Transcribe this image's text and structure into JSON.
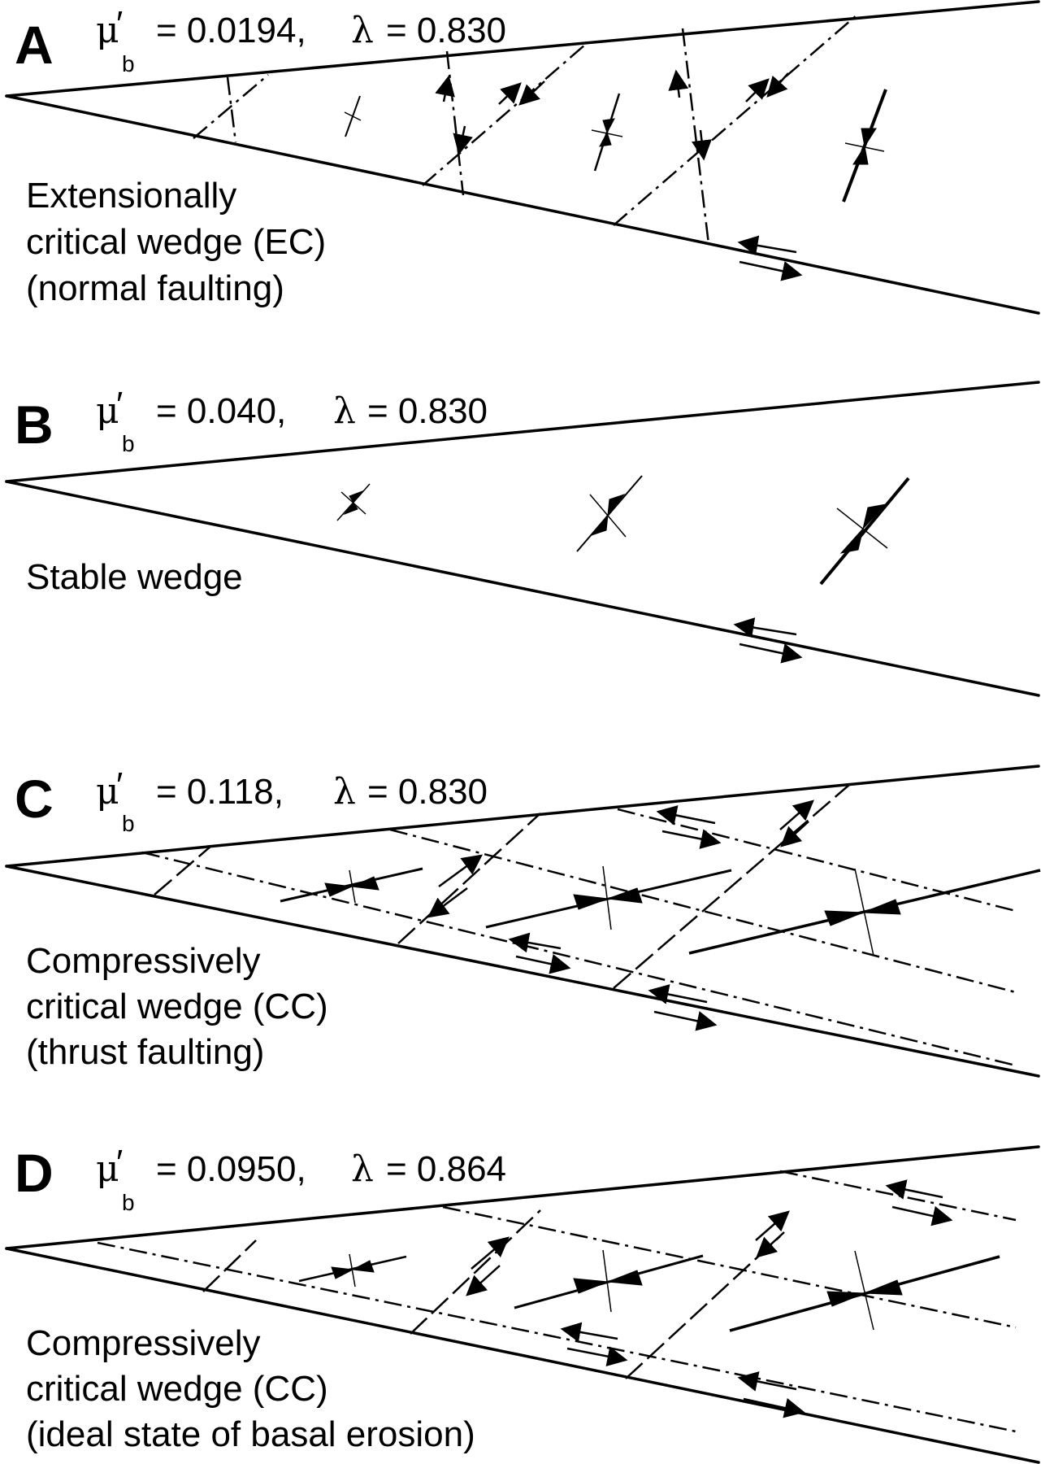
{
  "panels": [
    {
      "id": "A",
      "letter": "A",
      "mu_symbol": "μ",
      "mu_prime": "′",
      "mu_sub": "b",
      "mu_value": "= 0.0194,",
      "lambda_symbol": "λ",
      "lambda_value": "= 0.830",
      "description": [
        "Extensionally",
        "critical wedge (EC)",
        "(normal faulting)"
      ]
    },
    {
      "id": "B",
      "letter": "B",
      "mu_symbol": "μ",
      "mu_prime": "′",
      "mu_sub": "b",
      "mu_value": "= 0.040,",
      "lambda_symbol": "λ",
      "lambda_value": "= 0.830",
      "description": [
        "Stable wedge"
      ]
    },
    {
      "id": "C",
      "letter": "C",
      "mu_symbol": "μ",
      "mu_prime": "′",
      "mu_sub": "b",
      "mu_value": "= 0.118,",
      "lambda_symbol": "λ",
      "lambda_value": "= 0.830",
      "description": [
        "Compressively",
        "critical wedge (CC)",
        "(thrust faulting)"
      ]
    },
    {
      "id": "D",
      "letter": "D",
      "mu_symbol": "μ",
      "mu_prime": "′",
      "mu_sub": "b",
      "mu_value": "= 0.0950,",
      "lambda_symbol": "λ",
      "lambda_value": "= 0.864",
      "description": [
        "Compressively",
        "critical wedge (CC)",
        "(ideal state of basal erosion)"
      ]
    }
  ]
}
